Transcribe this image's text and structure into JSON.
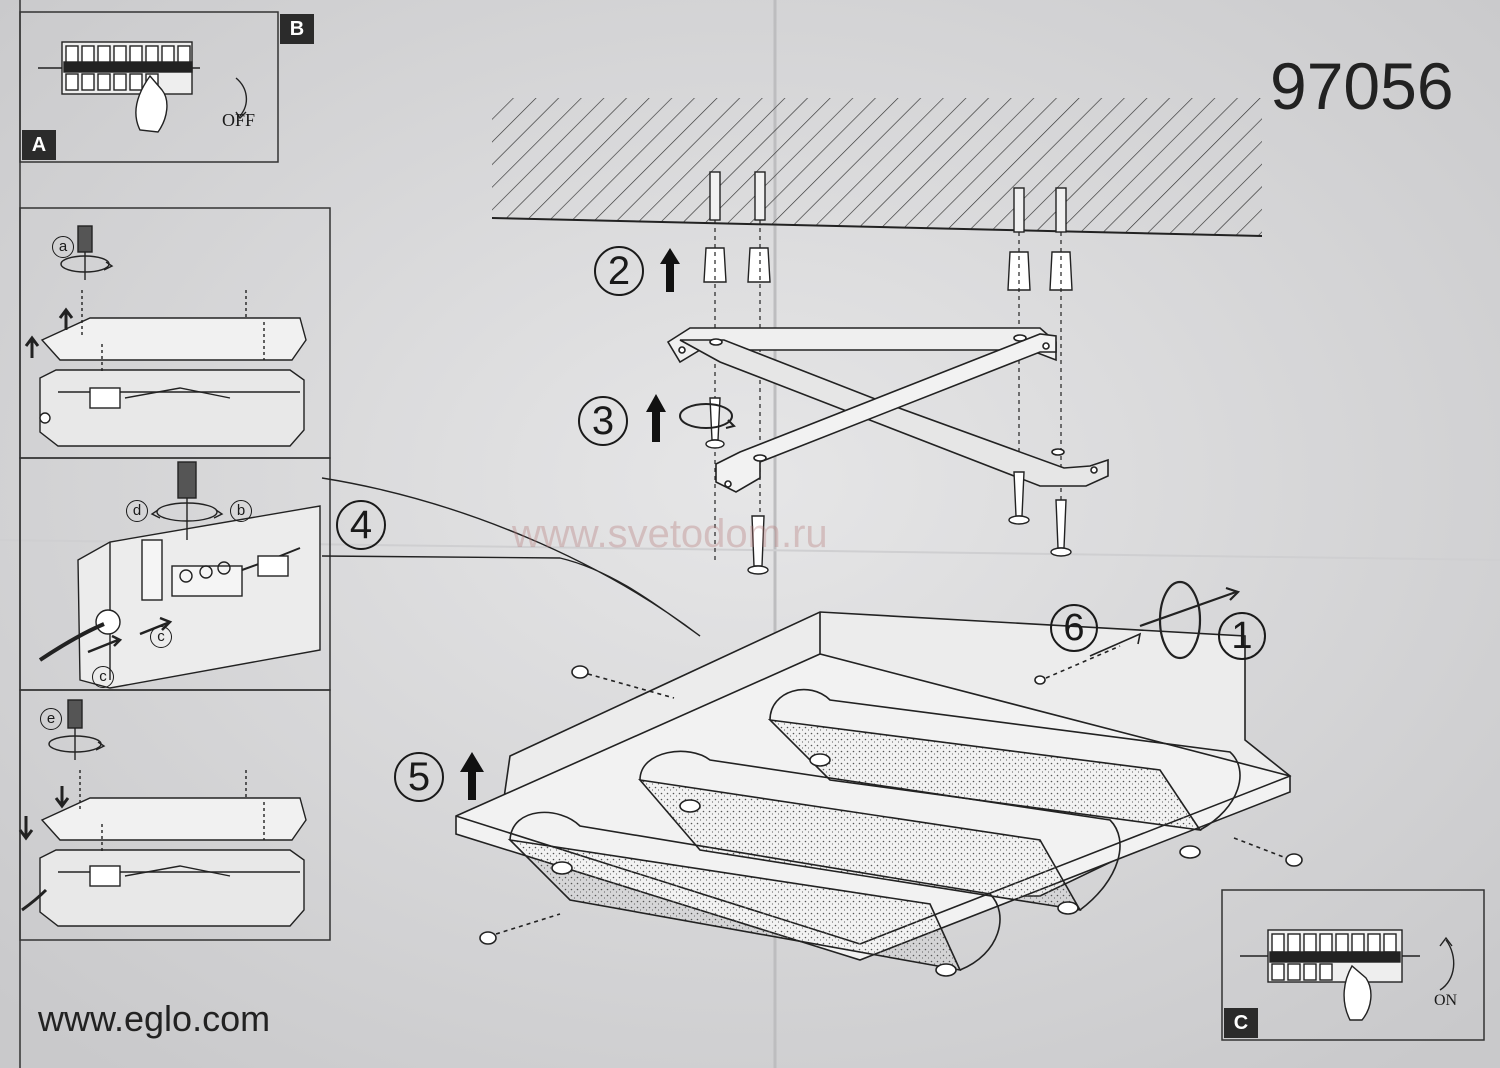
{
  "model_number": "97056",
  "website": "www.eglo.com",
  "watermark": "www.svetodom.ru",
  "panels": {
    "a_tag": "A",
    "b_tag": "B",
    "c_tag": "C",
    "off_label": "OFF",
    "on_label": "ON"
  },
  "steps": {
    "s1": "1",
    "s2": "2",
    "s3": "3",
    "s4": "4",
    "s5": "5",
    "s6": "6"
  },
  "sub_steps": {
    "a": "a",
    "b": "b",
    "c1": "c",
    "c2": "c",
    "d": "d",
    "e": "e"
  }
}
